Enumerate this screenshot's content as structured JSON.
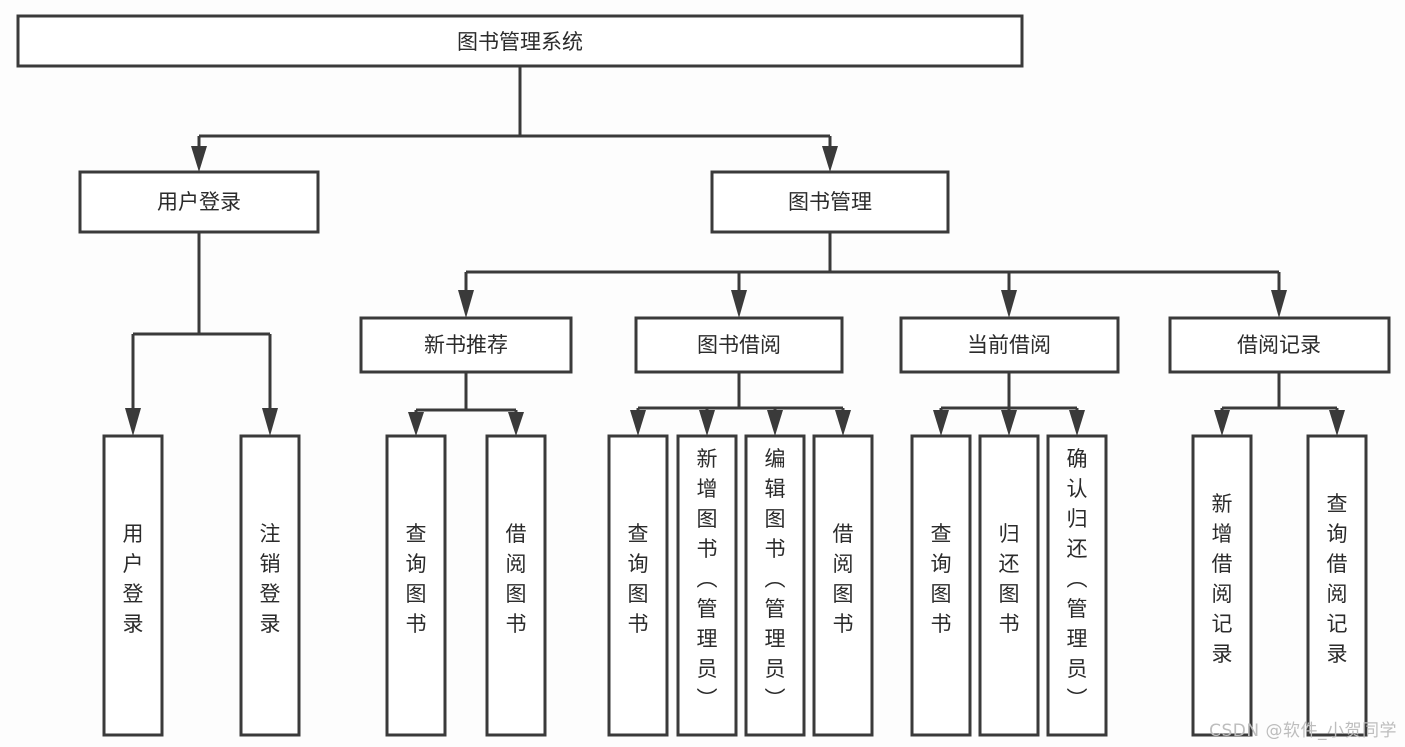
{
  "diagram": {
    "title": "图书管理系统",
    "type": "hierarchy-tree",
    "watermark": "CSDN @软件_小贺同学",
    "colors": {
      "stroke": "#3a3a3a",
      "box_fill": "#ffffff",
      "text": "#2b2b2b",
      "background": "#fdfdfd",
      "watermark": "#bdbdbd"
    },
    "root": {
      "label": "图书管理系统"
    },
    "level2": [
      {
        "label": "用户登录"
      },
      {
        "label": "图书管理"
      }
    ],
    "level3": [
      {
        "label": "新书推荐"
      },
      {
        "label": "图书借阅"
      },
      {
        "label": "当前借阅"
      },
      {
        "label": "借阅记录"
      }
    ],
    "leaves": {
      "user_login": [
        {
          "label": "用户登录"
        },
        {
          "label": "注销登录"
        }
      ],
      "new_book_recommend": [
        {
          "label": "查询图书"
        },
        {
          "label": "借阅图书"
        }
      ],
      "book_borrow": [
        {
          "label": "查询图书"
        },
        {
          "label": "新增图书（管理员）"
        },
        {
          "label": "编辑图书（管理员）"
        },
        {
          "label": "借阅图书"
        }
      ],
      "current_borrow": [
        {
          "label": "查询图书"
        },
        {
          "label": "归还图书"
        },
        {
          "label": "确认归还（管理员）"
        }
      ],
      "borrow_record": [
        {
          "label": "新增借阅记录"
        },
        {
          "label": "查询借阅记录"
        }
      ]
    }
  }
}
